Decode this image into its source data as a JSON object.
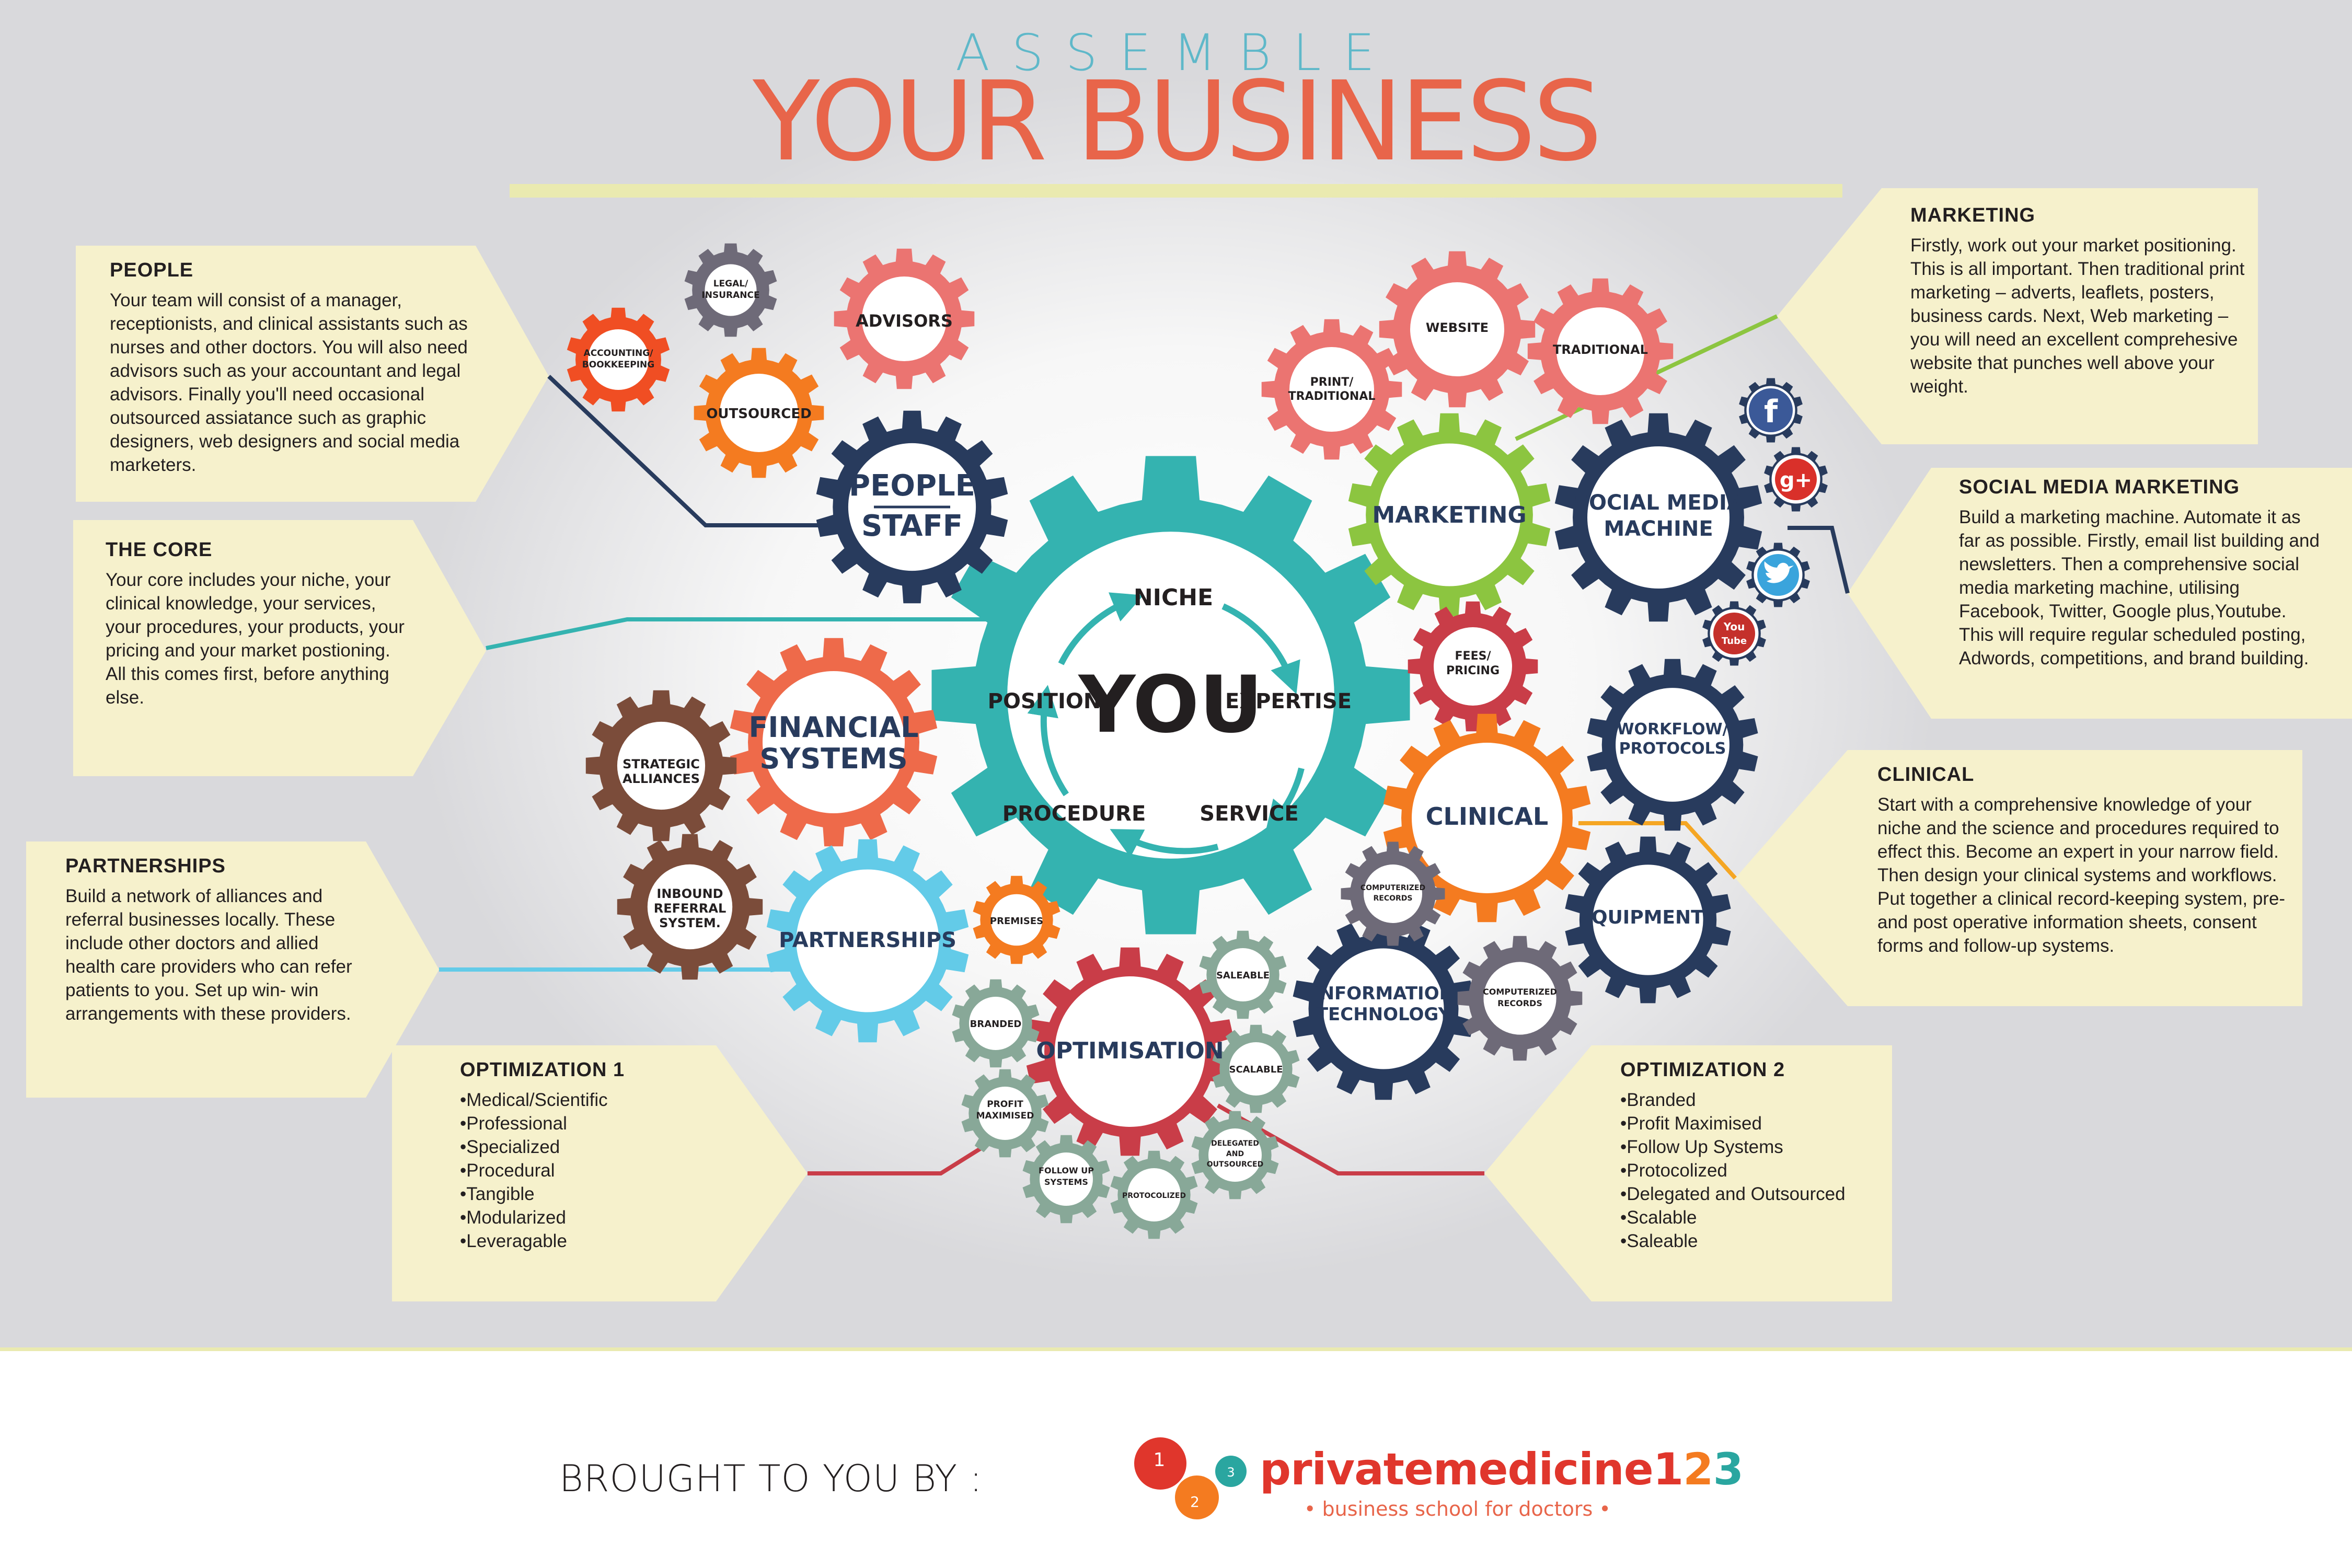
{
  "header": {
    "subtitle": "ASSEMBLE",
    "title": "YOUR BUSINESS"
  },
  "colors": {
    "teal": "#34b3b0",
    "salmon": "#eb7471",
    "orange": "#f47b20",
    "red_orange": "#f04e23",
    "navy": "#283b5d",
    "green": "#8cc540",
    "coral": "#ee6a4a",
    "light_blue": "#63cbe8",
    "brown": "#7b4c3a",
    "sage": "#88a898",
    "crimson": "#c93d48",
    "grey_purple": "#6e6a78",
    "panel": "#f6f1cc",
    "accent_bar": "#eaeab0"
  },
  "gears": {
    "center": {
      "label": "YOU",
      "ring": [
        "NICHE",
        "EXPERTISE",
        "SERVICE",
        "PROCEDURE",
        "POSITION"
      ]
    },
    "people_staff": {
      "line1": "PEOPLE",
      "line2": "STAFF"
    },
    "advisors": "ADVISORS",
    "legal_insurance": {
      "line1": "LEGAL/",
      "line2": "INSURANCE"
    },
    "accounting": {
      "line1": "ACCOUNTING/",
      "line2": "BOOKKEEPING"
    },
    "outsourced": "OUTSOURCED",
    "financial_systems": {
      "line1": "FINANCIAL",
      "line2": "SYSTEMS"
    },
    "strategic_alliances": {
      "line1": "STRATEGIC",
      "line2": "ALLIANCES"
    },
    "inbound_referral": {
      "line1": "INBOUND",
      "line2": "REFERRAL",
      "line3": "SYSTEM."
    },
    "partnerships": "PARTNERSHIPS",
    "premises": "PREMISES",
    "optimisation": "OPTIMISATION",
    "branded": "BRANDED",
    "profit_maximised": {
      "line1": "PROFIT",
      "line2": "MAXIMISED"
    },
    "followup_systems": {
      "line1": "FOLLOW UP",
      "line2": "SYSTEMS"
    },
    "protocolized": "PROTOCOLIZED",
    "delegated": {
      "line1": "DELEGATED",
      "line2": "AND",
      "line3": "OUTSOURCED"
    },
    "scalable": "SCALABLE",
    "saleable": "SALEABLE",
    "marketing": "MARKETING",
    "print_traditional": {
      "line1": "PRINT/",
      "line2": "TRADITIONAL"
    },
    "website": "WEBSITE",
    "traditional": "TRADITIONAL",
    "social_media_machine": {
      "line1": "SOCIAL MEDIA",
      "line2": "MACHINE"
    },
    "fees_pricing": {
      "line1": "FEES/",
      "line2": "PRICING"
    },
    "workflow_protocols": {
      "line1": "WORKFLOW/",
      "line2": "PROTOCOLS"
    },
    "clinical": "CLINICAL",
    "equipments": "EQUIPMENTS",
    "information_technology": {
      "line1": "INFORMATION",
      "line2": "TECHNOLOGY"
    },
    "computerized_records_a": {
      "line1": "COMPUTERIZED",
      "line2": "RECORDS"
    },
    "computerized_records_b": {
      "line1": "COMPUTERIZED",
      "line2": "RECORDS"
    }
  },
  "social": {
    "facebook": "f",
    "google_plus": "g+",
    "youtube_top": "You",
    "youtube_bottom": "Tube"
  },
  "panels": {
    "people": {
      "title": "PEOPLE",
      "body": "Your team will consist of a manager, receptionists, and clinical assistants such as nurses and other doctors. You will also need advisors such as your accountant and legal advisors. Finally you'll need occasional outsourced assiatance such as graphic designers, web designers and social media marketers."
    },
    "core": {
      "title": "THE CORE",
      "body": "Your core includes your niche, your clinical knowledge, your services, your procedures, your products, your pricing and your market postioning. All this comes first, before anything else."
    },
    "partnerships": {
      "title": "PARTNERSHIPS",
      "body": "Build a network of alliances and referral businesses locally. These include other doctors and allied health care providers who can refer patients to you. Set up win- win arrangements with these providers."
    },
    "optimization1": {
      "title": "OPTIMIZATION 1",
      "items": [
        "Medical/Scientific",
        "Professional",
        "Specialized",
        "Procedural",
        "Tangible",
        "Modularized",
        "Leveragable"
      ]
    },
    "marketing": {
      "title": "MARKETING",
      "body": "Firstly, work out your market positioning. This is all important. Then traditional print marketing – adverts, leaflets, posters, business cards.  Next, Web marketing – you will need an excellent comprehesive website that punches well above your weight."
    },
    "social_media": {
      "title": "SOCIAL MEDIA MARKETING",
      "body": "Build a marketing machine. Automate it as far as possible. Firstly, email list building and newsletters. Then a comprehensive social media marketing machine, utilising Facebook, Twitter, Google plus,Youtube. This will require regular scheduled posting, Adwords, competitions, and brand building."
    },
    "clinical": {
      "title": "CLINICAL",
      "body": "Start with a comprehensive knowledge of your niche and the science and procedures required to effect this. Become an expert in your narrow field. Then design your clinical systems and workflows. Put together a clinical record-keeping system, pre-and post operative information sheets, consent forms and follow-up systems."
    },
    "optimization2": {
      "title": "OPTIMIZATION 2",
      "items": [
        "Branded",
        "Profit Maximised",
        "Follow Up Systems",
        "Protocolized",
        "Delegated and Outsourced",
        "Scalable",
        "Saleable"
      ]
    }
  },
  "footer": {
    "brought_by": "BROUGHT TO YOU BY :",
    "logo_word1": "private",
    "logo_word2": "medicine",
    "logo_digits": [
      "1",
      "2",
      "3"
    ],
    "tagline": "• business school for doctors •"
  }
}
